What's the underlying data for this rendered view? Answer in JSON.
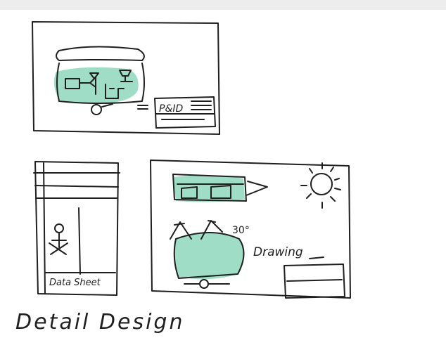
{
  "labels": {
    "pid": "P&ID",
    "data_sheet": "Data Sheet",
    "angle": "30°",
    "drawing": "Drawing",
    "caption": "Detail Design"
  },
  "colors": {
    "ink": "#1f1f1f",
    "marker_green": "#7fd1b4",
    "paper": "#ffffff",
    "frame": "#ededed"
  }
}
